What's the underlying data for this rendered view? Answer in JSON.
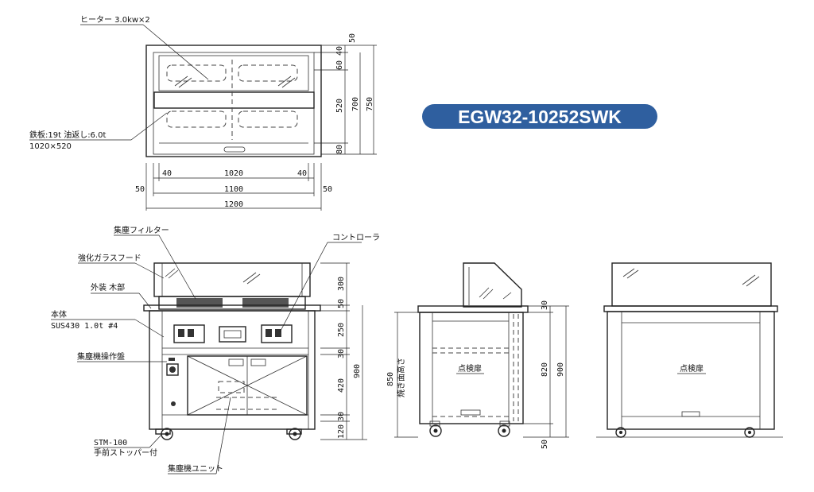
{
  "model": {
    "name": "EGW32-10252SWK",
    "badge_color": "#2f5f9f"
  },
  "top_view": {
    "heater_label": "ヒーター 3.0kw×2",
    "plate_label_1": "鉄板:19t 油返し:6.0t",
    "plate_label_2": "1020×520",
    "dims_bottom": [
      "40",
      "1020",
      "40",
      "50",
      "1100",
      "50",
      "1200"
    ],
    "dims_right": [
      "50",
      "40",
      "60",
      "520",
      "80",
      "700",
      "750"
    ]
  },
  "front_view": {
    "labels": {
      "filter": "集塵フィルター",
      "glass_hood": "強化ガラスフード",
      "exterior": "外装 木部",
      "body_1": "本体",
      "body_2": "SUS430 1.0t #4",
      "panel": "集塵機操作盤",
      "controller": "コントローラ",
      "caster_1": "STM-100",
      "caster_2": "手前ストッパー付",
      "unit": "集塵機ユニット"
    },
    "dims_right": [
      "300",
      "50",
      "250",
      "30",
      "420",
      "30",
      "120",
      "900"
    ]
  },
  "side_view": {
    "door_label": "点検扉",
    "height_label_1": "850",
    "height_label_2": "焼き面高さ",
    "dims_right": [
      "30",
      "820",
      "50",
      "900"
    ]
  },
  "back_view": {
    "door_label": "点検扉"
  }
}
